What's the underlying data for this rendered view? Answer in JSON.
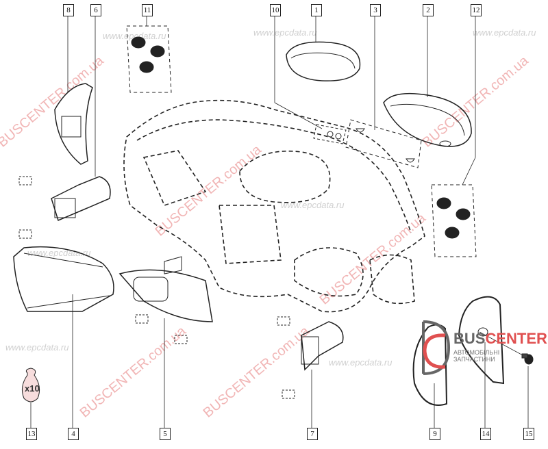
{
  "diagram": {
    "callouts": [
      {
        "id": "8",
        "label": "8"
      },
      {
        "id": "6",
        "label": "6"
      },
      {
        "id": "11",
        "label": "11"
      },
      {
        "id": "10",
        "label": "10"
      },
      {
        "id": "1",
        "label": "1"
      },
      {
        "id": "3",
        "label": "3"
      },
      {
        "id": "2",
        "label": "2"
      },
      {
        "id": "12",
        "label": "12"
      },
      {
        "id": "13",
        "label": "13"
      },
      {
        "id": "4",
        "label": "4"
      },
      {
        "id": "5",
        "label": "5"
      },
      {
        "id": "7",
        "label": "7"
      },
      {
        "id": "9",
        "label": "9"
      },
      {
        "id": "14",
        "label": "14"
      },
      {
        "id": "15",
        "label": "15"
      }
    ],
    "bag_quantity": "x10",
    "watermarks": {
      "bus": "BUSCENTER.com.ua",
      "epc": "www.epcdata.ru"
    },
    "logo": {
      "name_part1": "BUS",
      "name_part2": "CENTER",
      "subtitle": "АВТОМОБІЛЬНІ ЗАПЧАСТИНИ"
    }
  }
}
